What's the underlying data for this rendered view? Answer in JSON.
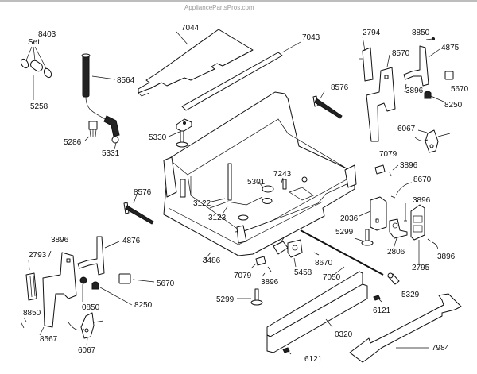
{
  "watermark": "AppliancePartsPros.com",
  "labels": {
    "l8403": "8403",
    "lset": "Set",
    "l5258": "5258",
    "l8564": "8564",
    "l7044": "7044",
    "l7043": "7043",
    "l2794": "2794",
    "l8850a": "8850",
    "l4875": "4875",
    "l8570": "8570",
    "l8576a": "8576",
    "l3896a": "3896",
    "l5670a": "5670",
    "l8250a": "8250",
    "l6067a": "6067",
    "l5286": "5286",
    "l5331": "5331",
    "l5330": "5330",
    "l7079a": "7079",
    "l3896b": "3896",
    "l7243": "7243",
    "l8670a": "8670",
    "l5301": "5301",
    "l8576b": "8576",
    "l3122": "3122",
    "l3123": "3123",
    "l3896c": "3896",
    "l2036": "2036",
    "l5299a": "5299",
    "l2806": "2806",
    "l2795": "2795",
    "l3896d": "3896",
    "l3896e": "3896",
    "l4876": "4876",
    "l2793": "2793",
    "l3486": "3486",
    "l8670b": "8670",
    "l7050": "7050",
    "l5670b": "5670",
    "l7079b": "7079",
    "l5458": "5458",
    "l3896f": "3896",
    "l5329": "5329",
    "l0850": "0850",
    "l8250b": "8250",
    "l5299b": "5299",
    "l6121a": "6121",
    "l8850b": "8850",
    "l0320": "0320",
    "l7984": "7984",
    "l8567": "8567",
    "l6067b": "6067",
    "l6121b": "6121"
  }
}
